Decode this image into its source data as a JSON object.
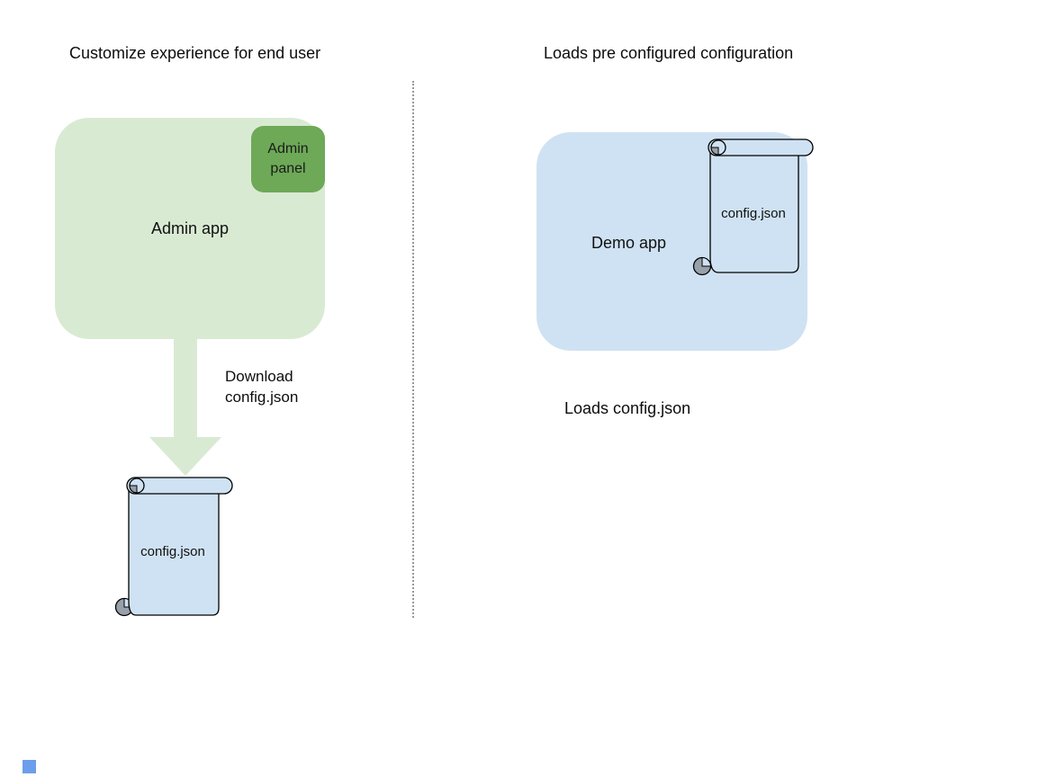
{
  "left": {
    "title": "Customize experience for end user",
    "admin_app_label": "Admin app",
    "admin_panel_label": "Admin panel",
    "arrow_label": "Download\nconfig.json",
    "config_file_label": "config.json"
  },
  "right": {
    "title": "Loads pre configured configuration",
    "demo_app_label": "Demo app",
    "config_file_label": "config.json",
    "caption": "Loads config.json"
  },
  "icons": {
    "download_arrow": "block-arrow-down",
    "config_scroll": "vertical-scroll-document"
  },
  "colors": {
    "light_green": "#d9ead3",
    "dark_green": "#6da957",
    "light_blue": "#cfe2f3",
    "curl_gray": "#98a0aa",
    "outline": "#000000",
    "divider_gray": "#999999",
    "corner_square_blue": "#6d9eeb"
  }
}
